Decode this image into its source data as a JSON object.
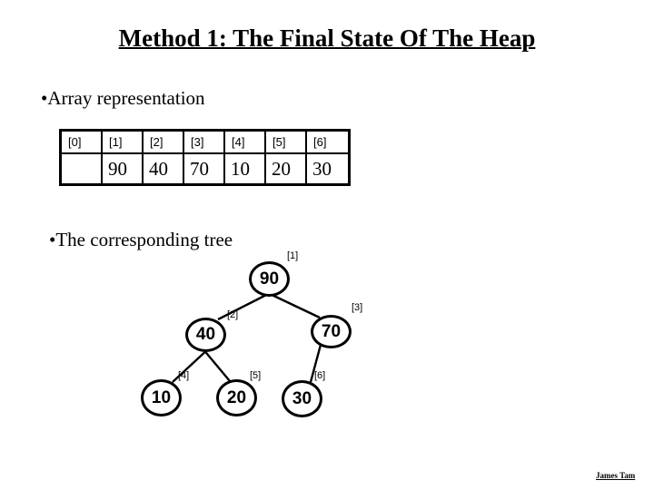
{
  "slide": {
    "title": "Method 1: The Final State Of The Heap",
    "bullet_char": "•",
    "bullet_array": "Array representation",
    "bullet_tree": "The corresponding tree",
    "footer": "James Tam",
    "colors": {
      "text": "#000000",
      "background": "#ffffff",
      "line": "#000000"
    }
  },
  "array_table": {
    "headers": [
      "[0]",
      "[1]",
      "[2]",
      "[3]",
      "[4]",
      "[5]",
      "[6]"
    ],
    "values": [
      "",
      "90",
      "40",
      "70",
      "10",
      "20",
      "30"
    ]
  },
  "tree": {
    "nodes": [
      {
        "index": "[1]",
        "value": "90"
      },
      {
        "index": "[2]",
        "value": "40"
      },
      {
        "index": "[3]",
        "value": "70"
      },
      {
        "index": "[4]",
        "value": "10"
      },
      {
        "index": "[5]",
        "value": "20"
      },
      {
        "index": "[6]",
        "value": "30"
      }
    ],
    "edges": [
      {
        "from": "90",
        "to": "40"
      },
      {
        "from": "90",
        "to": "70"
      },
      {
        "from": "40",
        "to": "10"
      },
      {
        "from": "40",
        "to": "20"
      },
      {
        "from": "70",
        "to": "30"
      }
    ]
  }
}
